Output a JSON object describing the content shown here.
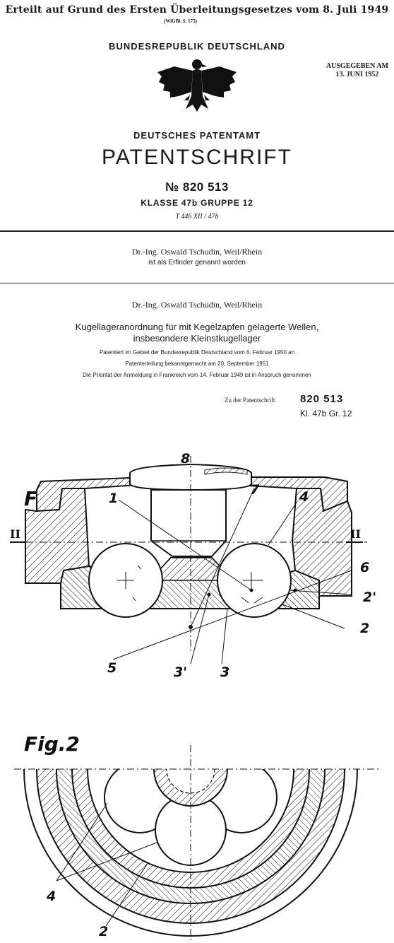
{
  "header": {
    "top_note": "Erteilt auf Grund des Ersten Überleitungsgesetzes vom 8. Juli 1949",
    "wigbl": "(WiGBl. S. 175)",
    "country": "BUNDESREPUBLIK DEUTSCHLAND",
    "issued_label": "AUSGEGEBEN AM",
    "issued_date": "13. JUNI 1952",
    "office": "DEUTSCHES PATENTAMT",
    "doc_type": "PATENTSCHRIFT",
    "patent_number": "№ 820 513",
    "klasse": "KLASSE 47b  GRUPPE 12",
    "code": "T 446 XII / 47b"
  },
  "inventor": {
    "name": "Dr.-Ing. Oswald Tschudin, Weil/Rhein",
    "note": "ist als Erfinder genannt worden"
  },
  "applicant": {
    "name": "Dr.-Ing. Oswald Tschudin, Weil/Rhein"
  },
  "title": {
    "line1": "Kugellageranordnung für mit Kegelzapfen gelagerte Wellen,",
    "line2": "insbesondere Kleinstkugellager"
  },
  "details": {
    "line1": "Patentiert im Gebiet der Bundesrepublik Deutschland vom 6. Februar 1950 an",
    "line2": "Patenterteilung bekanntgemacht am 20. September 1951",
    "line3": "Die Priorität der Anmeldung in Frankreich vom 14. Februar 1949 ist in Anspruch genommen"
  },
  "drawing_ref": {
    "label": "Zu der Patentschrift",
    "number": "820 513",
    "class": "Kl. 47b  Gr. 12"
  },
  "figures": {
    "fig1": {
      "title": "Fig.1",
      "labels": {
        "l8": "8",
        "l7": "7",
        "l1": "1",
        "l4": "4",
        "l6": "6",
        "l2p": "2'",
        "l2": "2",
        "l5": "5",
        "l3p": "3'",
        "l3": "3",
        "sec_left": "II",
        "sec_right": "II"
      }
    },
    "fig2": {
      "title": "Fig.2",
      "labels": {
        "l4": "4",
        "l2": "2"
      }
    }
  }
}
